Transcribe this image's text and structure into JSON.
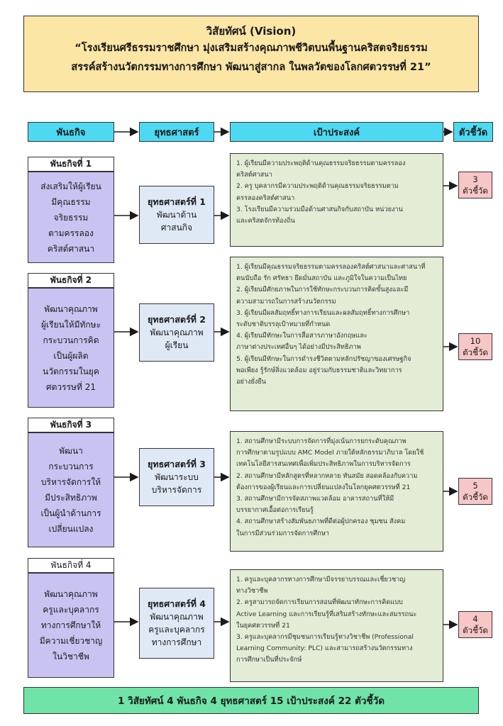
{
  "vision": {
    "title": "วิสัยทัศน์ (Vision)",
    "line1": "“โรงเรียนศรีธรรมราชศึกษา มุ่งเสริมสร้างคุณภาพชีวิตบนพื้นฐานคริสตจริยธรรม",
    "line2": "สรรค์สร้างนวัตกรรมทางการศึกษา พัฒนาสู่สากล ในพลวัตของโลกศตวรรษที่ 21”"
  },
  "headers": {
    "mission": "พันธกิจ",
    "strategy": "ยุทธศาสตร์",
    "goal": "เป้าประสงค์",
    "indicator": "ตัวชี้วัด"
  },
  "rows": [
    {
      "mission_label": "พันธกิจที่ 1",
      "mission_lines": [
        "ส่งเสริมให้ผู้เรียน",
        "มีคุณธรรม",
        "จริยธรรม",
        "ตามครรลอง",
        "คริสต์ศาสนา"
      ],
      "strategy_title": "ยุทธศาสตร์ที่ 1",
      "strategy_lines": [
        "พัฒนาด้าน",
        "ศาสนกิจ"
      ],
      "goals": [
        "1. ผู้เรียนมีความประพฤติด้านคุณธรรมจริยธรรมตามครรลอง",
        "คริสต์ศาสนา",
        "2. ครู บุคลากรมีความประพฤติด้านคุณธรรมจริยธรรมตาม",
        "ครรลองคริสต์ศาสนา",
        "3. โรงเรียนมีความร่วมมือด้านศาสนกิจกับสถาบัน หน่วยงาน",
        "และคริสตจักรท้องถิ่น"
      ],
      "indicator_count": "3",
      "indicator_label": "ตัวชี้วัด"
    },
    {
      "mission_label": "พันธกิจที่ 2",
      "mission_lines": [
        "พัฒนาคุณภาพ",
        "ผู้เรียนให้มีทักษะ",
        "กระบวนการคิด",
        "เป็นผู้ผลิต",
        "นวัตกรรมในยุค",
        "ศตวรรษที่ 21"
      ],
      "strategy_title": "ยุทธศาสตร์ที่ 2",
      "strategy_lines": [
        "พัฒนาคุณภาพ",
        "ผู้เรียน"
      ],
      "goals": [
        "1. ผู้เรียนมีคุณธรรมจริยธรรมตามครรลองคริสต์ศาสนาและศาสนาที่",
        "ตนนับถือ รัก ศรัทธา ยึดมั่นสถาบัน และภูมิใจในความเป็นไทย",
        "2. ผู้เรียนมีศักยภาพในการใช้ทักษะกระบวนการคิดขั้นสูงและมี",
        "ความสามารถในการสร้างนวัตกรรม",
        "3. ผู้เรียนมีผลสัมฤทธิ์ทางการเรียนและผลสัมฤทธิ์ทางการศึกษา",
        "ระดับชาติบรรลุเป้าหมายที่กำหนด",
        "4. ผู้เรียนมีทักษะในการสื่อสารภาษาอังกฤษและ",
        "ภาษาต่างประเทศอื่นๆ ได้อย่างมีประสิทธิภาพ",
        "5. ผู้เรียนมีทักษะในการดำรงชีวิตตามหลักปรัชญาของเศรษฐกิจ",
        "พอเพียง รู้รักษ์สิ่งแวดล้อม อยู่ร่วมกับธรรมชาติและวิทยาการ",
        "อย่างยั่งยืน"
      ],
      "indicator_count": "10",
      "indicator_label": "ตัวชี้วัด"
    },
    {
      "mission_label": "พันธกิจที่ 3",
      "mission_lines": [
        "พัฒนา",
        "กระบวนการ",
        "บริหารจัดการให้",
        "มีประสิทธิภาพ",
        "เป็นผู้นำด้านการ",
        "เปลี่ยนแปลง"
      ],
      "strategy_title": "ยุทธศาสตร์ที่ 3",
      "strategy_lines": [
        "พัฒนาระบบ",
        "บริหารจัดการ"
      ],
      "goals": [
        "1. สถานศึกษามีระบบการจัดการที่มุ่งเน้นการยกระดับคุณภาพ",
        "การศึกษาตามรูปแบบ AMC Model ภายใต้หลักธรรมาภิบาล โดยใช้",
        "เทคโนโลยีสารสนเทศเพื่อเพิ่มประสิทธิภาพในการบริหารจัดการ",
        "2. สถานศึกษามีหลักสูตรที่หลากหลาย ทันสมัย สอดคล้องกับความ",
        "ต้องการของผู้เรียนและการเปลี่ยนแปลงในโลกยุคศตวรรษที่  21",
        "3. สถานศึกษามีการจัดสภาพแวดล้อม อาคารสถานที่ให้มี",
        "บรรยากาศเอื้อต่อการเรียนรู้",
        "4. สถานศึกษาสร้างสัมพันธภาพที่ดีต่อผู้ปกครอง ชุมชน สังคม",
        "ในการมีส่วนร่วมการจัดการศึกษา"
      ],
      "indicator_count": "5",
      "indicator_label": "ตัวชี้วัด"
    },
    {
      "mission_label": "พันธกิจที่ 4",
      "mission_lines": [
        "พัฒนาคุณภาพ",
        "ครูและบุคลากร",
        "ทางการศึกษาให้",
        "มีความเชี่ยวชาญ",
        "ในวิชาชีพ"
      ],
      "strategy_title": "ยุทธศาสตร์ที่ 4",
      "strategy_lines": [
        "พัฒนาคุณภาพ",
        "ครูและบุคลากร",
        "ทางการศึกษา"
      ],
      "goals": [
        "1. ครูและบุคลากรทางการศึกษามีจรรยาบรรณและเชี่ยวชาญ",
        "ทางวิชาชีพ",
        "2. ครูสามารถจัดการเรียนการสอนที่พัฒนาทักษะการคิดแบบ",
        "Active Learning และการเรียนรู้ที่เสริมสร้างทักษะและสมรรถนะ",
        "ในยุคศตวรรษที่ 21",
        "3. ครูและบุคลากรมีชุมชนการเรียนรู้ทางวิชาชีพ (Professional",
        "Learning Community: PLC) และสามารถสร้างนวัตกรรมทาง",
        "การศึกษาเป็นที่ประจักษ์"
      ],
      "indicator_count": "4",
      "indicator_label": "ตัวชี้วัด"
    }
  ],
  "summary": "1 วิสัยทัศน์  4 พันธกิจ   4 ยุทธศาสตร์   15 เป้าประสงค์  22 ตัวชี้วัด",
  "colors": {
    "vision_bg": "#fbe6a6",
    "header_bg": "#4dd9f2",
    "mission_bg": "#c9c3f2",
    "strategy_bg": "#dfe9f5",
    "goal_bg": "#e3edd5",
    "indicator_bg": "#f7c6c6",
    "summary_bg": "#6fe3a8"
  }
}
